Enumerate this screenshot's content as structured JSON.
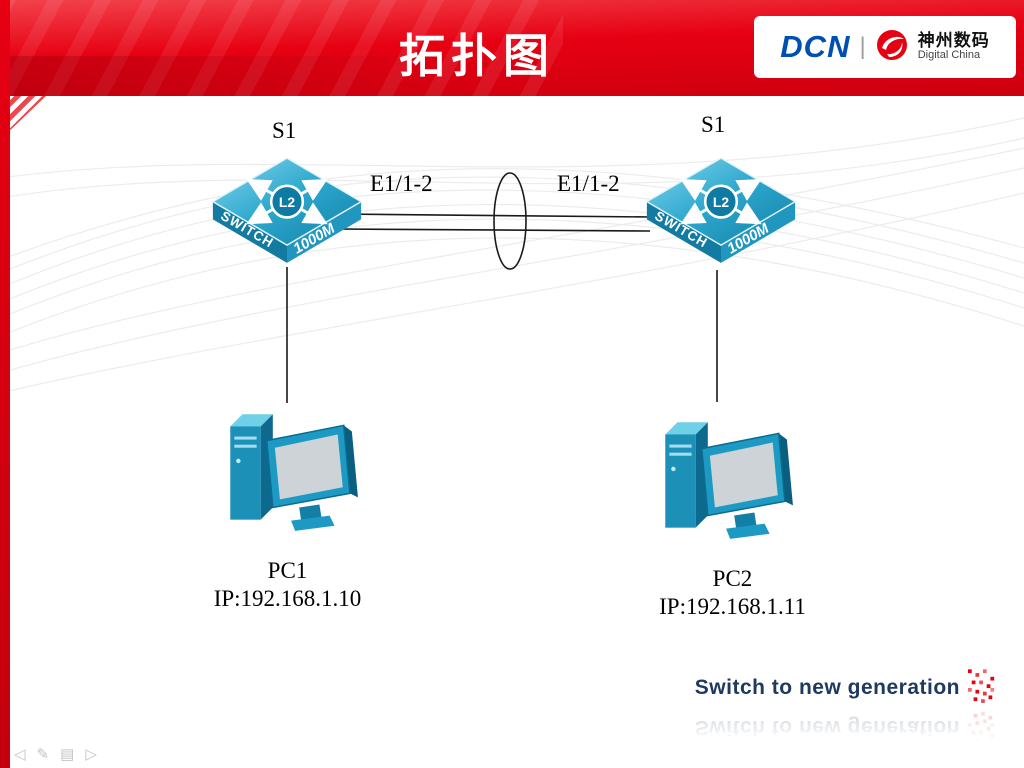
{
  "colors": {
    "brand_red": "#e60012",
    "dcn_blue": "#0050b2",
    "device_teal": "#1d9ac4",
    "tagline_navy": "#1f3a60"
  },
  "header": {
    "title": "拓扑图",
    "logo": {
      "dcn_text": "DCN",
      "divider": "|",
      "brand_cn": "神州数码",
      "brand_en": "Digital China"
    }
  },
  "diagram": {
    "switch_icon": {
      "side_left": "SWITCH",
      "side_right": "1000M",
      "core": "L2"
    },
    "switch1_label": "S1",
    "switch2_label": "S1",
    "link_label_left": "E1/1-2",
    "link_label_right": "E1/1-2",
    "pc1_label": "PC1",
    "pc1_ip": "IP:192.168.1.10",
    "pc2_label": "PC2",
    "pc2_ip": "IP:192.168.1.11"
  },
  "footer": {
    "tagline": "Switch to new generation"
  },
  "nav": {
    "prev_icon": "◁",
    "pen_icon": "✎",
    "menu_icon": "▤",
    "next_icon": "▷"
  }
}
